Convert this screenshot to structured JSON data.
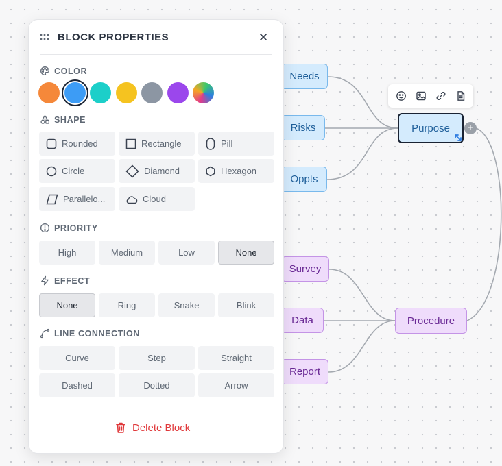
{
  "panel": {
    "title": "BLOCK PROPERTIES",
    "sections": {
      "color": "COLOR",
      "shape": "SHAPE",
      "priority": "PRIORITY",
      "effect": "EFFECT",
      "line": "LINE CONNECTION"
    },
    "colors": [
      "#f5883a",
      "#3d9cf5",
      "#1ccfc9",
      "#f5c320",
      "#8c96a3",
      "#9b47ec",
      "gradient"
    ],
    "selected_color": "#3d9cf5",
    "shapes": [
      "Rounded",
      "Rectangle",
      "Pill",
      "Circle",
      "Diamond",
      "Hexagon",
      "Parallelo...",
      "Cloud"
    ],
    "priorities": [
      "High",
      "Medium",
      "Low",
      "None"
    ],
    "selected_priority": "None",
    "effects": [
      "None",
      "Ring",
      "Snake",
      "Blink"
    ],
    "selected_effect": "None",
    "lines": [
      "Curve",
      "Step",
      "Straight",
      "Dashed",
      "Dotted",
      "Arrow"
    ],
    "delete_label": "Delete Block"
  },
  "nodes": {
    "needs": "Needs",
    "risks": "Risks",
    "oppts": "Oppts",
    "purpose": "Purpose",
    "survey": "Survey",
    "data": "Data",
    "report": "Report",
    "procedure": "Procedure"
  },
  "toolbar": {
    "icons": [
      "emoji-icon",
      "image-icon",
      "link-icon",
      "note-icon"
    ]
  }
}
